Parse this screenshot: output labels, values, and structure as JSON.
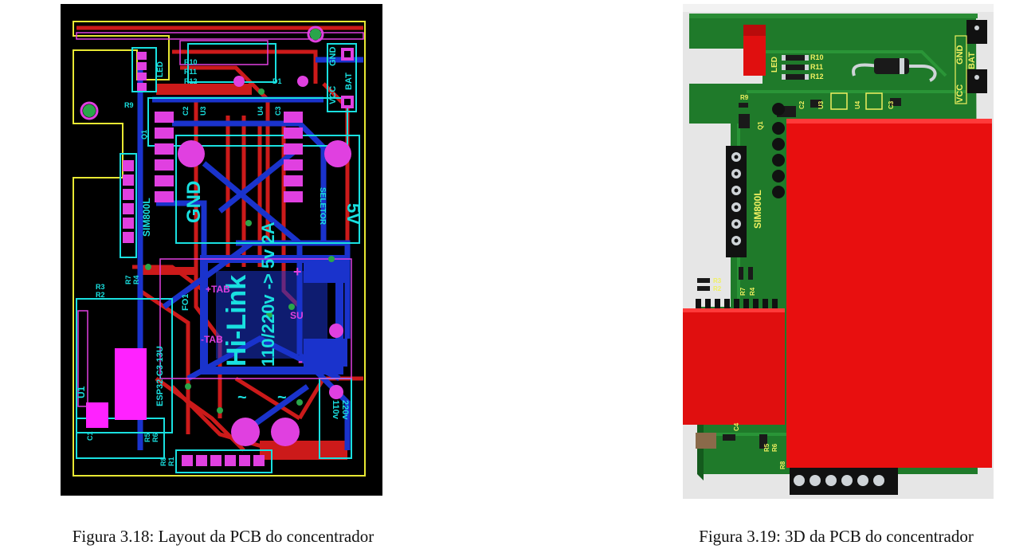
{
  "figures": [
    {
      "id": "layout",
      "caption": "Figura 3.18: Layout da PCB do concentrador",
      "labels": {
        "gnd_big": "GND",
        "vcc": "VCC",
        "gnd": "GND",
        "bat": "BAT",
        "led": "LED",
        "r10": "R10",
        "r11": "R11",
        "r12": "R12",
        "d1": "D1",
        "c2": "C2",
        "u3": "U3",
        "u4": "U4",
        "c3": "C3",
        "r9": "R9",
        "q1": "Q1",
        "sim800l": "SIM800L",
        "hilink": "Hi-Link",
        "hilink_spec": "110/220v -> 5v 2A",
        "u1": "U1",
        "out5v": "5V",
        "seletor": "SELETOR",
        "r3": "R3",
        "r2": "R2",
        "r7": "R7",
        "r4": "R4",
        "fo1": "FO1",
        "tab_plus": "+TAB",
        "tab_minus": "-TAB",
        "su": "SU",
        "plus": "+",
        "minus": "-",
        "esp32": "ESP32-C3-13U",
        "u1b": "U1",
        "vac110": "110v",
        "vac220": "220v",
        "tilde": "~",
        "c1": "C1",
        "r8": "R8",
        "r1": "R1",
        "r5": "R5",
        "r6": "R6"
      },
      "colors": {
        "background": "#000000",
        "top_copper": "#cc1a1a",
        "bottom_copper": "#1a33cc",
        "silkscreen": "#19e0e0",
        "pads": "#e040e0",
        "board_outline": "#e8e833",
        "vias": "#2aa64a"
      }
    },
    {
      "id": "render3d",
      "caption": "Figura 3.19: 3D da PCB do concentrador",
      "labels": {
        "led": "LED",
        "r10": "R10",
        "r11": "R11",
        "r12": "R12",
        "vcc": "VCC",
        "gnd": "GND",
        "bat": "BAT",
        "r9": "R9",
        "c2": "C2",
        "u3": "U3",
        "u4": "U4",
        "c3": "C3",
        "q1": "Q1",
        "sim800l": "SIM800L",
        "r3": "R3",
        "r2": "R2",
        "r7": "R7",
        "r4": "R4",
        "c4": "C4",
        "r8": "R8",
        "r5": "R5",
        "r6": "R6"
      },
      "colors": {
        "backdrop": "#e6e6e6",
        "board": "#1f7a2a",
        "modules": "#e80f0f",
        "silk": "#f0f060",
        "pins": "#cfd4d8"
      }
    }
  ]
}
